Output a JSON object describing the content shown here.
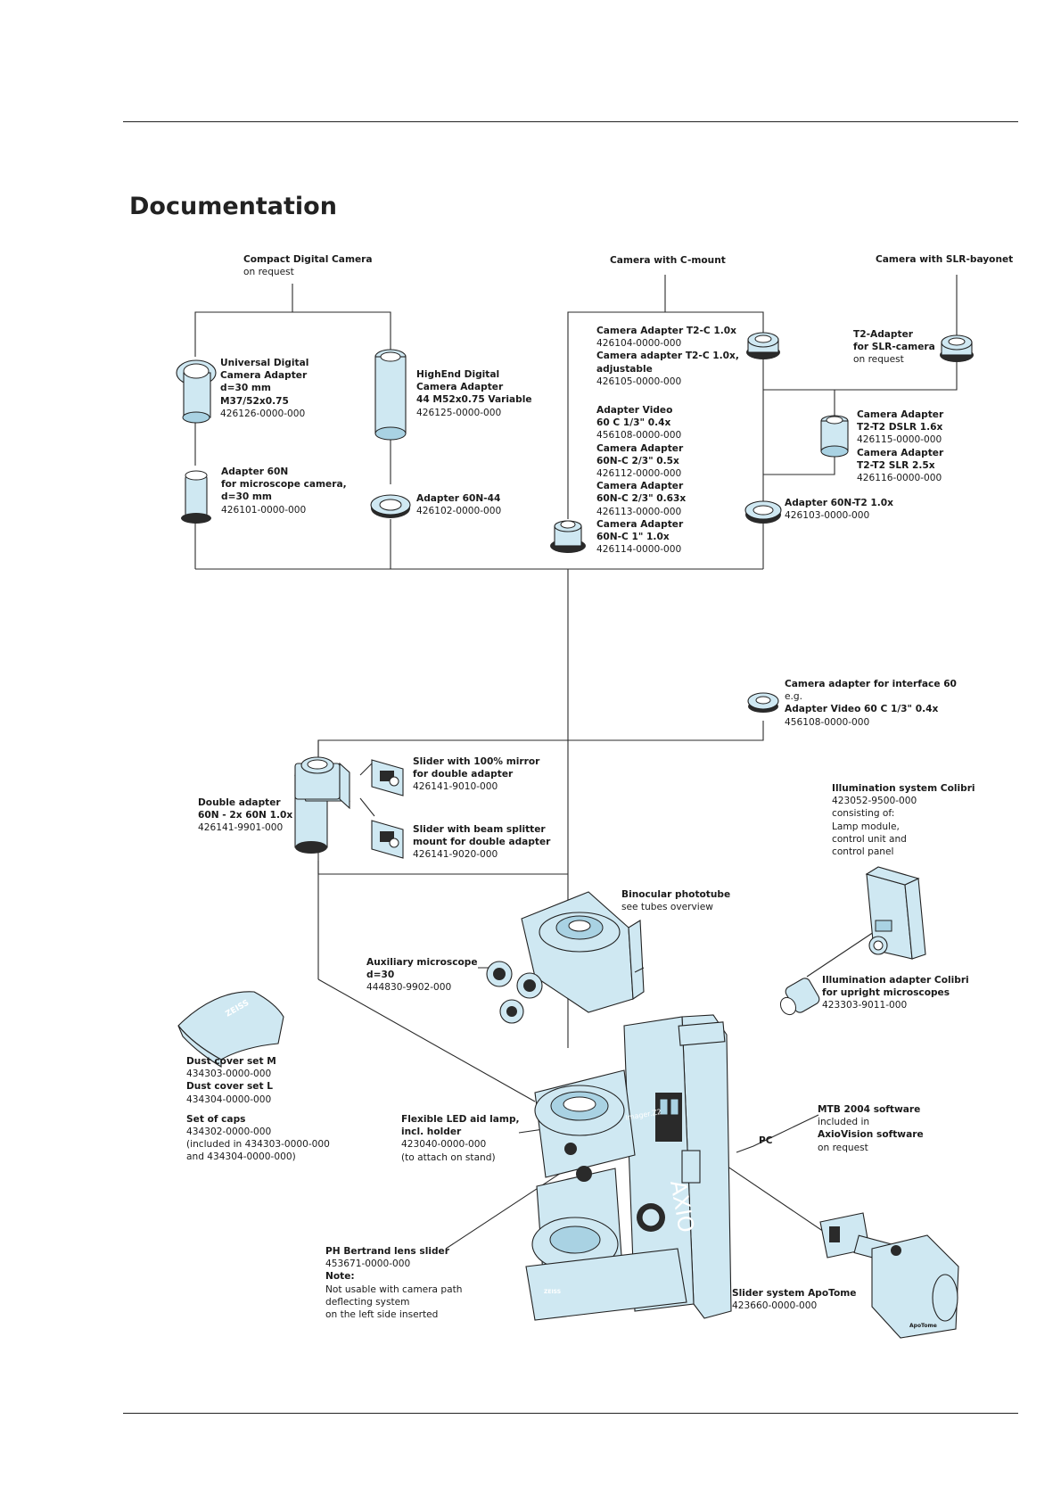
{
  "page": {
    "title": "Documentation"
  },
  "labels": {
    "compact_camera": {
      "lines": [
        {
          "text": "Compact Digital Camera",
          "bold": true
        },
        {
          "text": "on request",
          "bold": false
        }
      ]
    },
    "c_mount_camera": {
      "lines": [
        {
          "text": "Camera with C-mount",
          "bold": true
        }
      ]
    },
    "slr_camera": {
      "lines": [
        {
          "text": "Camera with SLR-bayonet",
          "bold": true
        }
      ]
    },
    "universal_adapter": {
      "lines": [
        {
          "text": "Universal Digital",
          "bold": true
        },
        {
          "text": "Camera Adapter",
          "bold": true
        },
        {
          "text": "d=30 mm",
          "bold": true
        },
        {
          "text": "M37/52x0.75",
          "bold": true
        },
        {
          "text": "426126-0000-000",
          "bold": false
        }
      ]
    },
    "highend_adapter": {
      "lines": [
        {
          "text": "HighEnd Digital",
          "bold": true
        },
        {
          "text": "Camera Adapter",
          "bold": true
        },
        {
          "text": "44 M52x0.75 Variable",
          "bold": true
        },
        {
          "text": "426125-0000-000",
          "bold": false
        }
      ]
    },
    "adapter_60n": {
      "lines": [
        {
          "text": "Adapter 60N",
          "bold": true
        },
        {
          "text": "for microscope camera,",
          "bold": true
        },
        {
          "text": "d=30 mm",
          "bold": true
        },
        {
          "text": "426101-0000-000",
          "bold": false
        }
      ]
    },
    "adapter_60n44": {
      "lines": [
        {
          "text": "Adapter 60N-44",
          "bold": true
        },
        {
          "text": "426102-0000-000",
          "bold": false
        }
      ]
    },
    "cmount_adapters_a": {
      "lines": [
        {
          "text": "Camera Adapter T2-C 1.0x",
          "bold": true
        },
        {
          "text": "426104-0000-000",
          "bold": false
        },
        {
          "text": "Camera adapter T2-C 1.0x,",
          "bold": true
        },
        {
          "text": "adjustable",
          "bold": true
        },
        {
          "text": "426105-0000-000",
          "bold": false
        }
      ]
    },
    "cmount_adapters_b": {
      "lines": [
        {
          "text": "Adapter Video",
          "bold": true
        },
        {
          "text": "60 C 1/3\" 0.4x",
          "bold": true
        },
        {
          "text": "456108-0000-000",
          "bold": false
        },
        {
          "text": "Camera Adapter",
          "bold": true
        },
        {
          "text": "60N-C 2/3\" 0.5x",
          "bold": true
        },
        {
          "text": "426112-0000-000",
          "bold": false
        },
        {
          "text": "Camera Adapter",
          "bold": true
        },
        {
          "text": "60N-C 2/3\" 0.63x",
          "bold": true
        },
        {
          "text": "426113-0000-000",
          "bold": false
        },
        {
          "text": "Camera Adapter",
          "bold": true
        },
        {
          "text": "60N-C 1\" 1.0x",
          "bold": true
        },
        {
          "text": "426114-0000-000",
          "bold": false
        }
      ]
    },
    "t2_adapter": {
      "lines": [
        {
          "text": "T2-Adapter",
          "bold": true
        },
        {
          "text": "for SLR-camera",
          "bold": true
        },
        {
          "text": "on request",
          "bold": false
        }
      ]
    },
    "t2_dslr_slr": {
      "lines": [
        {
          "text": "Camera Adapter",
          "bold": true
        },
        {
          "text": "T2-T2 DSLR 1.6x",
          "bold": true
        },
        {
          "text": "426115-0000-000",
          "bold": false
        },
        {
          "text": "Camera Adapter",
          "bold": true
        },
        {
          "text": "T2-T2 SLR 2.5x",
          "bold": true
        },
        {
          "text": "426116-0000-000",
          "bold": false
        }
      ]
    },
    "adapter_60nt2": {
      "lines": [
        {
          "text": "Adapter 60N-T2 1.0x",
          "bold": true
        },
        {
          "text": "426103-0000-000",
          "bold": false
        }
      ]
    },
    "interface60": {
      "lines": [
        {
          "text": "Camera adapter for interface 60",
          "bold": true
        },
        {
          "text": "e.g.",
          "bold": false
        },
        {
          "text": "Adapter Video 60 C 1/3\" 0.4x",
          "bold": true
        },
        {
          "text": "456108-0000-000",
          "bold": false
        }
      ]
    },
    "slider_mirror": {
      "lines": [
        {
          "text": "Slider with 100% mirror",
          "bold": true
        },
        {
          "text": "for double adapter",
          "bold": true
        },
        {
          "text": "426141-9010-000",
          "bold": false
        }
      ]
    },
    "double_adapter": {
      "lines": [
        {
          "text": "Double adapter",
          "bold": true
        },
        {
          "text": "60N - 2x 60N 1.0x",
          "bold": true
        },
        {
          "text": "426141-9901-000",
          "bold": false
        }
      ]
    },
    "slider_beam": {
      "lines": [
        {
          "text": "Slider with beam splitter",
          "bold": true
        },
        {
          "text": "mount for double adapter",
          "bold": true
        },
        {
          "text": "426141-9020-000",
          "bold": false
        }
      ]
    },
    "colibri": {
      "lines": [
        {
          "text": "Illumination system Colibri",
          "bold": true
        },
        {
          "text": "423052-9500-000",
          "bold": false
        },
        {
          "text": "consisting of:",
          "bold": false
        },
        {
          "text": "Lamp module,",
          "bold": false
        },
        {
          "text": "control unit and",
          "bold": false
        },
        {
          "text": "control panel",
          "bold": false
        }
      ]
    },
    "phototube": {
      "lines": [
        {
          "text": "Binocular phototube",
          "bold": true
        },
        {
          "text": "see tubes overview",
          "bold": false
        }
      ]
    },
    "aux_microscope": {
      "lines": [
        {
          "text": "Auxiliary microscope",
          "bold": true
        },
        {
          "text": "d=30",
          "bold": true
        },
        {
          "text": "444830-9902-000",
          "bold": false
        }
      ]
    },
    "colibri_adapter": {
      "lines": [
        {
          "text": "Illumination adapter Colibri",
          "bold": true
        },
        {
          "text": "for upright microscopes",
          "bold": true
        },
        {
          "text": "423303-9011-000",
          "bold": false
        }
      ]
    },
    "dust_caps": {
      "lines": [
        {
          "text": "Dust cover set M",
          "bold": true
        },
        {
          "text": "434303-0000-000",
          "bold": false
        },
        {
          "text": "Dust cover set L",
          "bold": true
        },
        {
          "text": "434304-0000-000",
          "bold": false
        },
        {
          "text": "",
          "bold": false
        },
        {
          "text": "Set of caps",
          "bold": true
        },
        {
          "text": "434302-0000-000",
          "bold": false
        },
        {
          "text": "(included in 434303-0000-000",
          "bold": false
        },
        {
          "text": "and 434304-0000-000)",
          "bold": false
        }
      ]
    },
    "led_lamp": {
      "lines": [
        {
          "text": "Flexible LED aid lamp,",
          "bold": true
        },
        {
          "text": "incl. holder",
          "bold": true
        },
        {
          "text": "423040-0000-000",
          "bold": false
        },
        {
          "text": "(to attach on stand)",
          "bold": false
        }
      ]
    },
    "mtb_software": {
      "lines": [
        {
          "text": "MTB 2004 software",
          "bold": true
        },
        {
          "text": "included in",
          "bold": false
        },
        {
          "text": "AxioVision software",
          "bold": true
        },
        {
          "text": "on request",
          "bold": false
        }
      ]
    },
    "pc": {
      "lines": [
        {
          "text": "PC",
          "bold": true
        }
      ]
    },
    "bertrand": {
      "lines": [
        {
          "text": "PH Bertrand lens slider",
          "bold": true
        },
        {
          "text": "453671-0000-000",
          "bold": false
        },
        {
          "text": "Note:",
          "bold": true
        },
        {
          "text": "Not usable with camera path",
          "bold": false
        },
        {
          "text": "deflecting system",
          "bold": false
        },
        {
          "text": "on the left side inserted",
          "bold": false
        }
      ]
    },
    "apotome": {
      "lines": [
        {
          "text": "Slider system ApoTome",
          "bold": true
        },
        {
          "text": "423660-0000-000",
          "bold": false
        }
      ]
    }
  },
  "stand_markings": {
    "brand": "AXIO",
    "model": "Imager.Z2",
    "logo": "ZEISS",
    "cover_logo": "ZEISS",
    "apotome_logo": "ApoTome"
  },
  "colors": {
    "component_fill": "#cfe8f2",
    "line": "#2a2a2a",
    "text": "#1a1a1a"
  }
}
